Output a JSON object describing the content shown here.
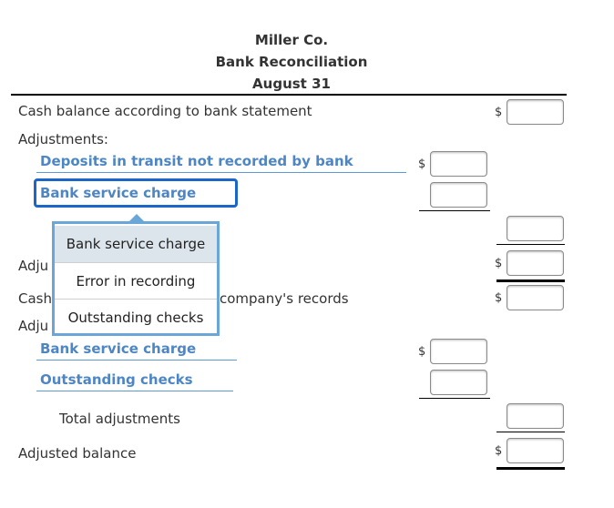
{
  "header": {
    "company": "Miller Co.",
    "title": "Bank Reconciliation",
    "date": "August 31"
  },
  "bank_section": {
    "label": "Cash balance according to bank statement",
    "adjustments_label": "Adjustments:",
    "item1": "Deposits in transit not recorded by bank",
    "item2_selected": "Bank service charge",
    "currency": "$"
  },
  "dropdown": {
    "options": [
      "Bank service charge",
      "Error in recording",
      "Outstanding checks"
    ],
    "selected_index": 0
  },
  "partial_labels": {
    "adj1": "Adju",
    "cash": "Cash",
    "adj2": "Adju",
    "company_records_tail": "company's records"
  },
  "company_section": {
    "item1": "Bank service charge",
    "item2": "Outstanding checks",
    "total_label": "Total adjustments",
    "adjusted_label": "Adjusted balance"
  }
}
